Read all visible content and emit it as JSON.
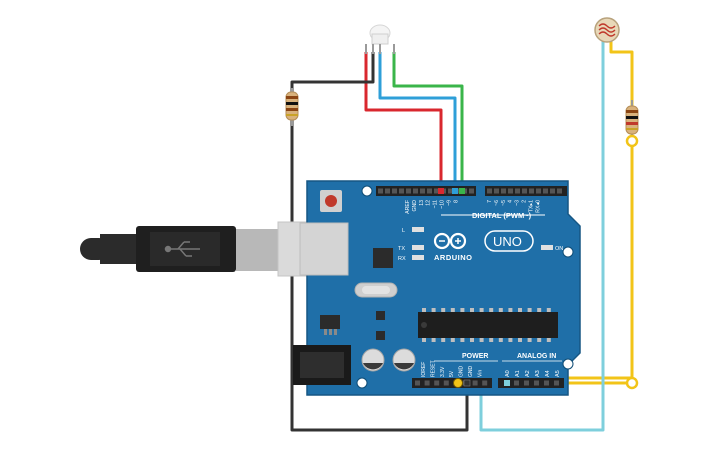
{
  "board": {
    "brand_word": "ARDUINO",
    "model_word": "UNO",
    "digital_label": "DIGITAL (PWM~)",
    "power_label": "POWER",
    "analog_label": "ANALOG IN",
    "on_label": "ON",
    "led_labels": {
      "l": "L",
      "tx": "TX",
      "rx": "RX"
    },
    "digital_pins_left": [
      "AREF",
      "GND",
      "13",
      "12",
      "~11",
      "~10",
      "~9",
      "8"
    ],
    "digital_pins_right": [
      "7",
      "~6",
      "~5",
      "4",
      "~3",
      "2",
      "TX▸1",
      "RX◂0"
    ],
    "power_pins": [
      "IOREF",
      "RESET",
      "3.3V",
      "5V",
      "GND",
      "GND",
      "Vin"
    ],
    "analog_pins": [
      "A0",
      "A1",
      "A2",
      "A3",
      "A4",
      "A5"
    ]
  },
  "wire_colors": {
    "red": "#d9272e",
    "blue": "#2e9fd8",
    "green": "#3ab54a",
    "black": "#333333",
    "yellow": "#f2c418",
    "light_blue": "#7ecfdc"
  },
  "components": {
    "arduino_uno": "microcontroller-board",
    "usb_cable": "usb-b-cable",
    "rgb_led": "rgb-led",
    "photoresistor": "photoresistor",
    "resistors": [
      "resistor-led",
      "resistor-ldr"
    ]
  }
}
